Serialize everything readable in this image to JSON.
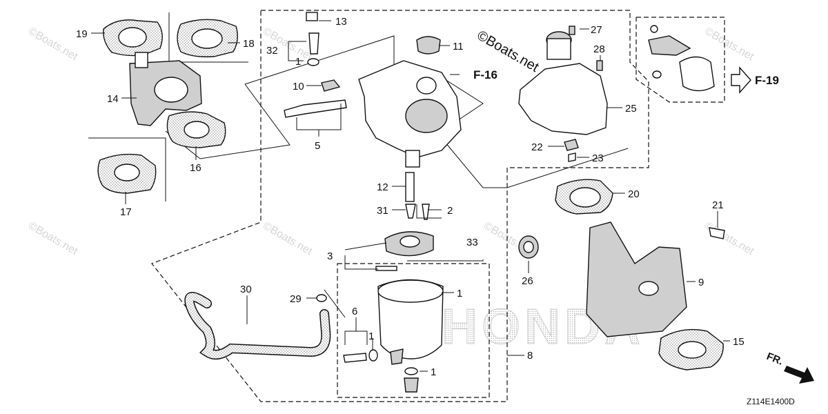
{
  "callouts": {
    "p1": "1",
    "p2": "2",
    "p3": "3",
    "p5": "5",
    "p6": "6",
    "p8": "8",
    "p9": "9",
    "p10": "10",
    "p11": "11",
    "p12": "12",
    "p13": "13",
    "p14": "14",
    "p15": "15",
    "p16": "16",
    "p17": "17",
    "p18": "18",
    "p19": "19",
    "p20": "20",
    "p21": "21",
    "p22": "22",
    "p23": "23",
    "p25": "25",
    "p26": "26",
    "p27": "27",
    "p28": "28",
    "p29": "29",
    "p30": "30",
    "p31": "31",
    "p32": "32",
    "p33": "33"
  },
  "references": {
    "f16": "F-16",
    "f19": "F-19"
  },
  "front_marker": "FR.",
  "diagram_code": "Z114E1400D",
  "watermarks": {
    "copyright": "©Boats.net"
  },
  "logo_text": "HONDA"
}
